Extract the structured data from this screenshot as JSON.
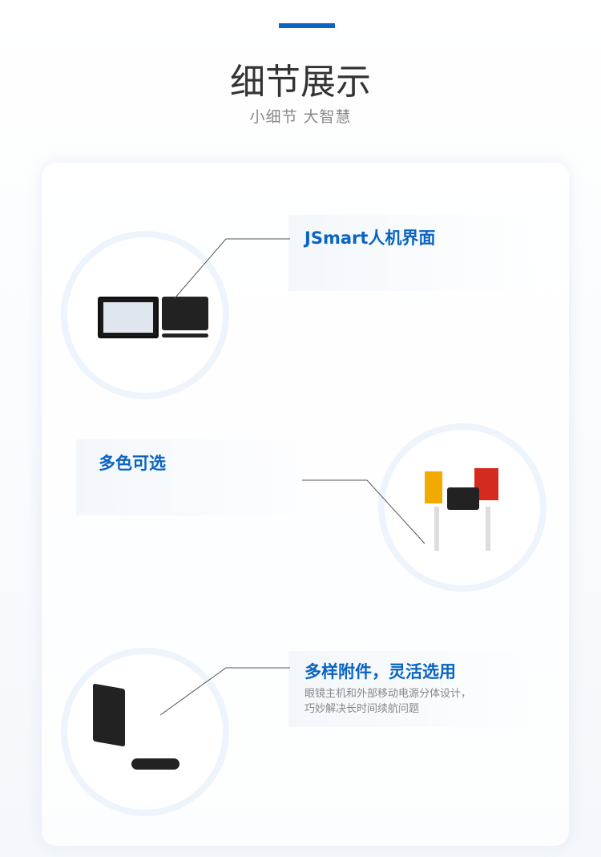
{
  "header": {
    "title": "细节展示",
    "subtitle": "小细节 大智慧"
  },
  "features": [
    {
      "title": "JSmart人机界面"
    },
    {
      "title": "多色可选"
    },
    {
      "title": "多样附件，灵活选用",
      "desc_line1": "眼镜主机和外部移动电源分体设计，",
      "desc_line2": "巧妙解决长时间续航问题"
    }
  ],
  "colors": {
    "accent": "#0a64c2"
  }
}
